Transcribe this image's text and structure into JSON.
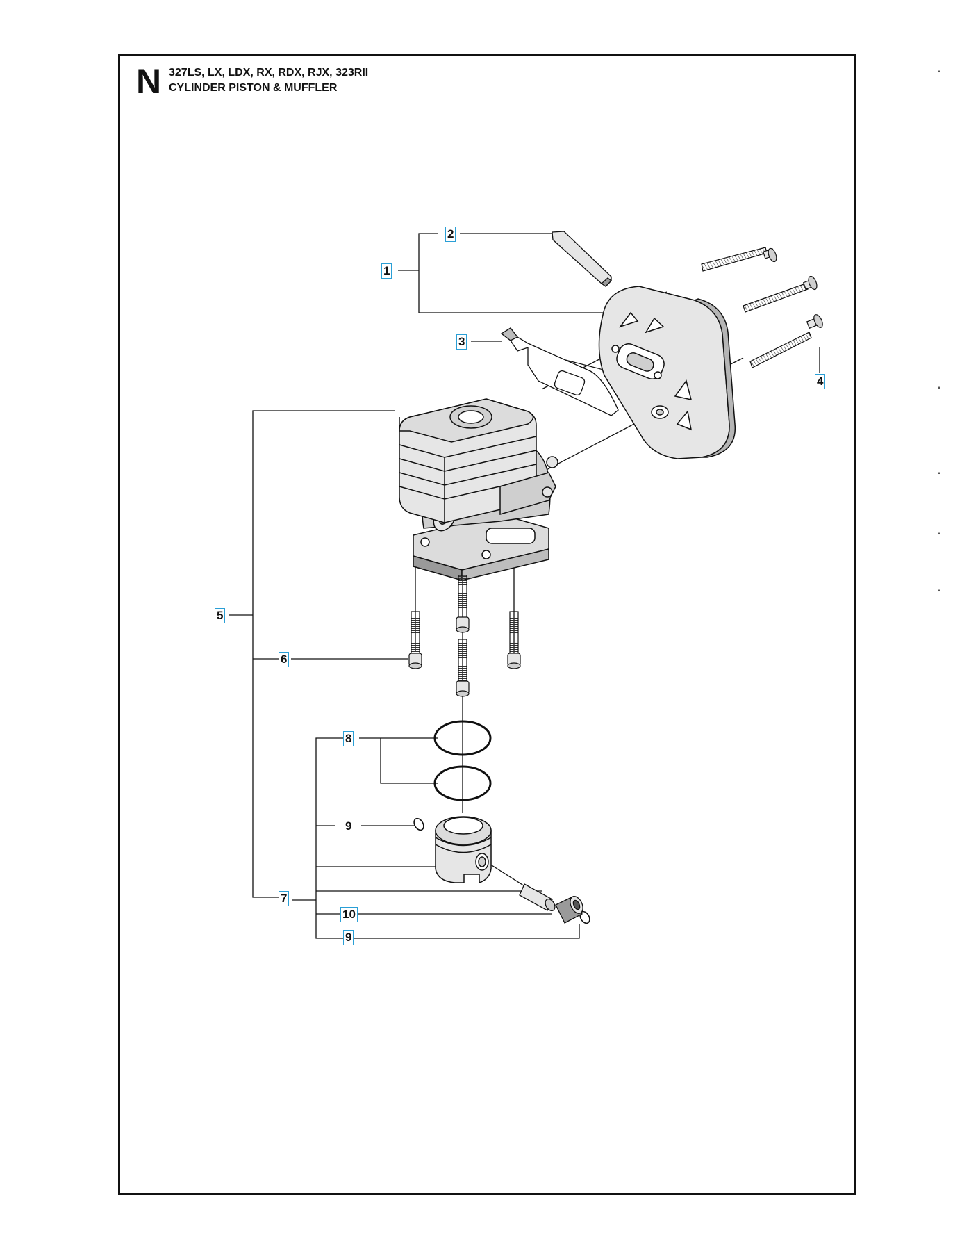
{
  "header": {
    "section_letter": "N",
    "models": "327LS, LX, LDX, RX, RDX, RJX, 323RII",
    "title": "CYLINDER PISTON & MUFFLER"
  },
  "callouts": [
    {
      "id": "c1",
      "label": "1",
      "boxed": true
    },
    {
      "id": "c2",
      "label": "2",
      "boxed": true
    },
    {
      "id": "c3",
      "label": "3",
      "boxed": true
    },
    {
      "id": "c4",
      "label": "4",
      "boxed": true
    },
    {
      "id": "c5",
      "label": "5",
      "boxed": true
    },
    {
      "id": "c6",
      "label": "6",
      "boxed": true
    },
    {
      "id": "c7",
      "label": "7",
      "boxed": true
    },
    {
      "id": "c8",
      "label": "8",
      "boxed": true
    },
    {
      "id": "c9a",
      "label": "9",
      "boxed": false
    },
    {
      "id": "c10",
      "label": "10",
      "boxed": true
    },
    {
      "id": "c9b",
      "label": "9",
      "boxed": true
    }
  ],
  "colors": {
    "line": "#111111",
    "callout_border": "#2a9fd6",
    "part_fill": "#e6e6e6",
    "part_dark": "#9a9a9a"
  }
}
